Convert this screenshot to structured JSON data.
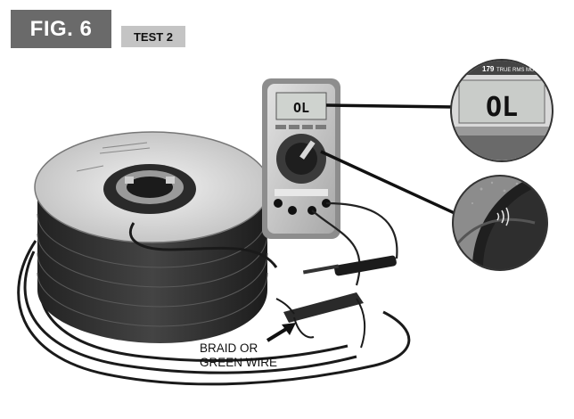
{
  "header": {
    "figure_label": "FIG. 6",
    "test_label": "TEST 2"
  },
  "meter": {
    "display_reading": "OL",
    "zoom_reading": "OL",
    "zoom_model": "179",
    "zoom_model_text": "TRUE RMS MULTI"
  },
  "annotation": {
    "line1": "BRAID OR",
    "line2": "GREEN WIRE"
  },
  "icons": [
    "arrow-icon",
    "continuity-beep-icon"
  ]
}
